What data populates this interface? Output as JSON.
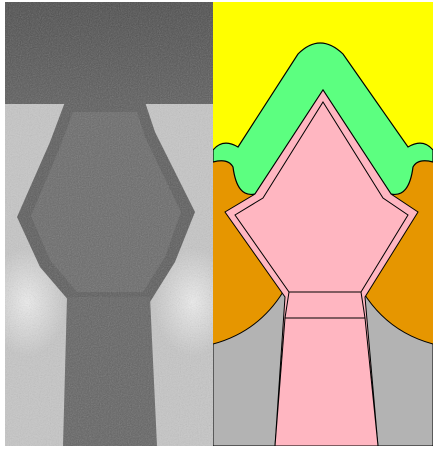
{
  "panels": [
    {
      "kind": "micrograph",
      "style": "grayscale cross-section"
    },
    {
      "kind": "schematic",
      "style": "color-coded regions"
    }
  ],
  "regions": {
    "top_layer": "#ffff00",
    "cap_layer": "#5cff80",
    "side_fill": "#e69600",
    "core": "#ffb6c1",
    "bottom_layer": "#b3b3b3",
    "outline": "#000000"
  },
  "micrograph_tones": {
    "dark": "#3f3f3f",
    "mid": "#707070",
    "light": "#c9c9c9",
    "bright": "#e6e6e6"
  }
}
